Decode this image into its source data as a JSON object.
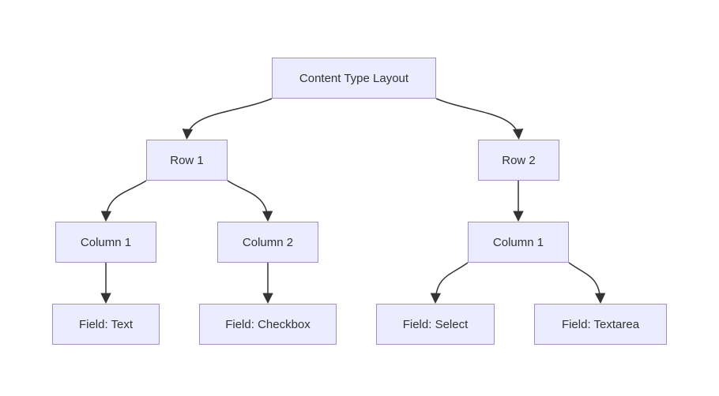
{
  "diagram": {
    "type": "flowchart-top-down",
    "colors": {
      "node_fill": "#ECECFF",
      "node_border": "#9f8fdb",
      "edge": "#333333",
      "text": "#333333",
      "background": "#ffffff"
    },
    "nodes": {
      "root": {
        "label": "Content Type Layout"
      },
      "row1": {
        "label": "Row 1"
      },
      "row2": {
        "label": "Row 2"
      },
      "col1": {
        "label": "Column 1"
      },
      "col2": {
        "label": "Column 2"
      },
      "row2_col1": {
        "label": "Column 1"
      },
      "field_text": {
        "label": "Field: Text"
      },
      "field_checkbox": {
        "label": "Field: Checkbox"
      },
      "field_select": {
        "label": "Field: Select"
      },
      "field_textarea": {
        "label": "Field: Textarea"
      }
    },
    "edges": [
      {
        "from": "root",
        "to": "row1"
      },
      {
        "from": "root",
        "to": "row2"
      },
      {
        "from": "row1",
        "to": "col1"
      },
      {
        "from": "row1",
        "to": "col2"
      },
      {
        "from": "row2",
        "to": "row2_col1"
      },
      {
        "from": "col1",
        "to": "field_text"
      },
      {
        "from": "col2",
        "to": "field_checkbox"
      },
      {
        "from": "row2_col1",
        "to": "field_select"
      },
      {
        "from": "row2_col1",
        "to": "field_textarea"
      }
    ]
  }
}
